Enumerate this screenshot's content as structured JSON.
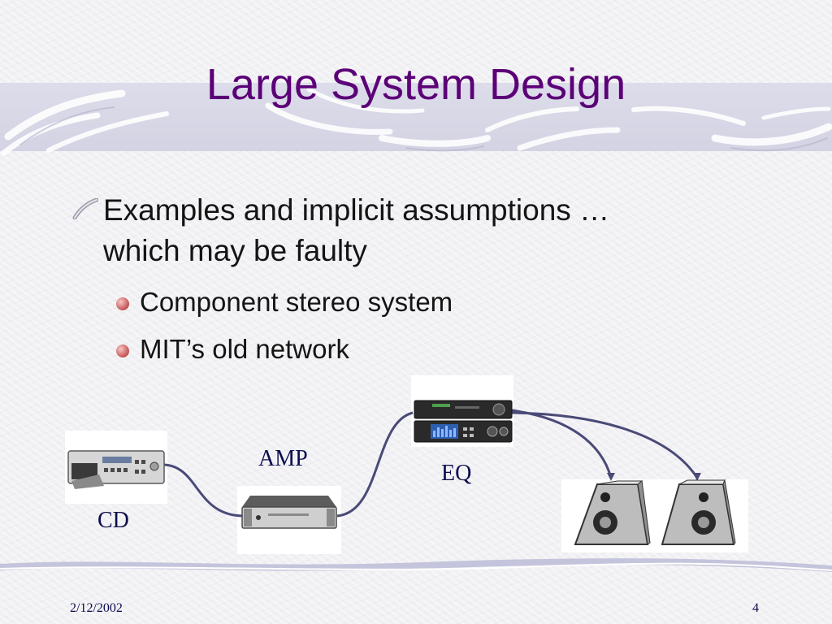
{
  "slide": {
    "title": "Large System Design",
    "bullets": [
      {
        "text_line1": "Examples and implicit assumptions …",
        "text_line2": "which may be faulty",
        "sub_bullets": [
          "Component stereo system",
          "MIT’s old network"
        ]
      }
    ]
  },
  "diagram": {
    "labels": {
      "amp": "AMP",
      "eq": "EQ",
      "cd": "CD"
    }
  },
  "footer": {
    "date": "2/12/2002",
    "page": "4"
  },
  "colors": {
    "title": "#5c0077",
    "band": "#d7d7e6",
    "label": "#0c0c4e",
    "cable": "#4a4a78"
  }
}
